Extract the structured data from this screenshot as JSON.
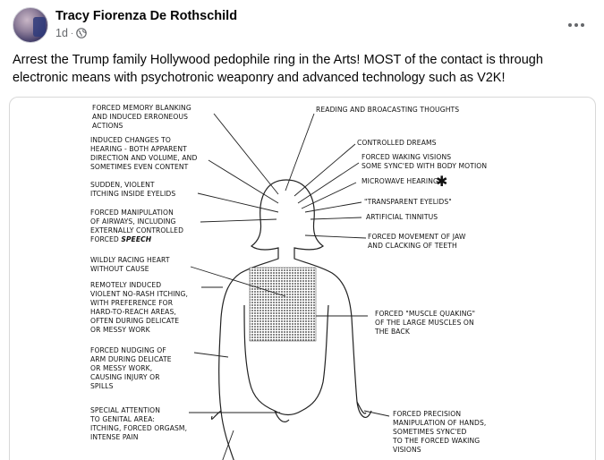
{
  "post": {
    "author": "Tracy Fiorenza De Rothschild",
    "time": "1d",
    "separator": "·",
    "privacy_icon": "globe-icon",
    "more_icon": "more-options-icon",
    "text_line1": "Arrest the Trump family Hollywood pedophile ring in the Arts!  MOST of the contact is through",
    "text_line2": "electronic means with psychotronic weaponry and advanced technology such as V2K!"
  },
  "diagram": {
    "labels_left": {
      "memory": [
        "FORCED MEMORY BLANKING",
        "AND INDUCED ERRONEOUS",
        "ACTIONS"
      ],
      "hearing": [
        "INDUCED CHANGES TO",
        "HEARING - BOTH APPARENT",
        "DIRECTION AND VOLUME,  AND",
        "SOMETIMES EVEN CONTENT"
      ],
      "itching_eyelids": [
        "SUDDEN, VIOLENT",
        "ITCHING INSIDE EYELIDS"
      ],
      "airways": [
        "FORCED MANIPULATION",
        "OF AIRWAYS,  INCLUDING",
        "EXTERNALLY CONTROLLED",
        "FORCED "
      ],
      "airways_emph": "SPEECH",
      "heart": [
        "WILDLY RACING HEART",
        "WITHOUT  CAUSE"
      ],
      "rash": [
        "REMOTELY INDUCED",
        "VIOLENT NO-RASH ITCHING,",
        "WITH PREFERENCE FOR",
        "HARD-TO-REACH AREAS,",
        "OFTEN DURING DELICATE",
        "OR MESSY WORK"
      ],
      "nudging": [
        "FORCED NUDGING OF",
        "ARM DURING DELICATE",
        "OR MESSY WORK,",
        "CAUSING INJURY OR",
        "SPILLS"
      ],
      "genital": [
        "SPECIAL ATTENTION",
        "TO GENITAL AREA:",
        "ITCHING,  FORCED ORGASM,",
        "INTENSE PAIN"
      ]
    },
    "labels_right": {
      "thoughts": "READING  AND  BROACASTING  THOUGHTS",
      "dreams": "CONTROLLED DREAMS",
      "visions": [
        "FORCED WAKING VISIONS",
        "SOME SYNC'ED WITH BODY MOTION"
      ],
      "microwave": "MICROWAVE HEARING",
      "microwave_mark": "✱",
      "eyelids": "\"TRANSPARENT EYELIDS\"",
      "tinnitus": "ARTIFICIAL TINNITUS",
      "jaw": [
        "FORCED MOVEMENT OF JAW",
        "AND CLACKING OF TEETH"
      ],
      "quaking": [
        "FORCED  \"MUSCLE QUAKING\"",
        "OF THE LARGE MUSCLES ON",
        "THE BACK"
      ],
      "precision": [
        "FORCED PRECISION",
        "MANIPULATION OF HANDS,",
        "SOMETIMES SYNC'ED",
        "TO THE FORCED WAKING",
        "VISIONS"
      ]
    }
  }
}
